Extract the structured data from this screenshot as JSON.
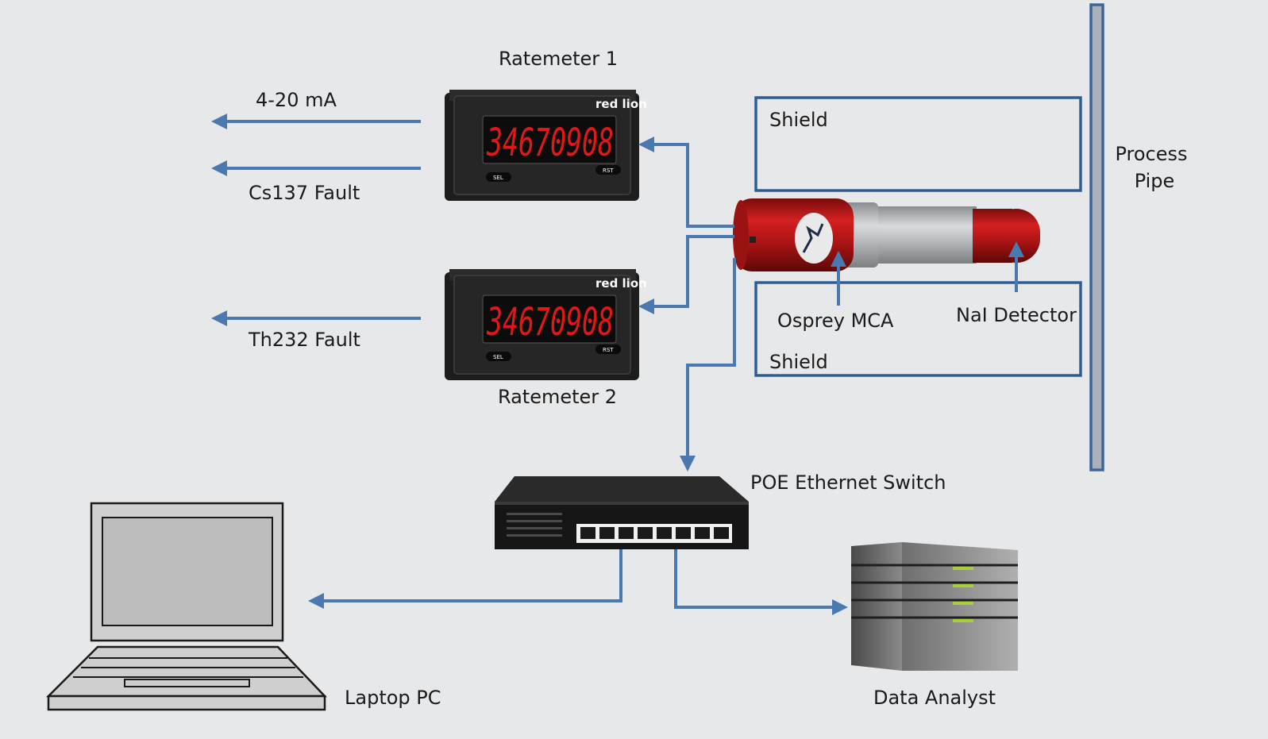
{
  "labels": {
    "ratemeter1": "Ratemeter 1",
    "ratemeter2": "Ratemeter 2",
    "out_4_20": "4-20 mA",
    "cs137": "Cs137 Fault",
    "th232": "Th232 Fault",
    "shield_top": "Shield",
    "shield_bottom": "Shield",
    "process": "Process",
    "pipe": "Pipe",
    "osprey": "Osprey MCA",
    "nai": "NaI Detector",
    "switch": "POE Ethernet Switch",
    "laptop": "Laptop PC",
    "analyst": "Data Analyst"
  },
  "ratemeter": {
    "display": "34670908",
    "brand": "red lion",
    "sel": "SEL",
    "rst": "RST"
  },
  "colors": {
    "arrow": "#4a78b0",
    "box": "#2f5c92",
    "display": "#e01818"
  }
}
